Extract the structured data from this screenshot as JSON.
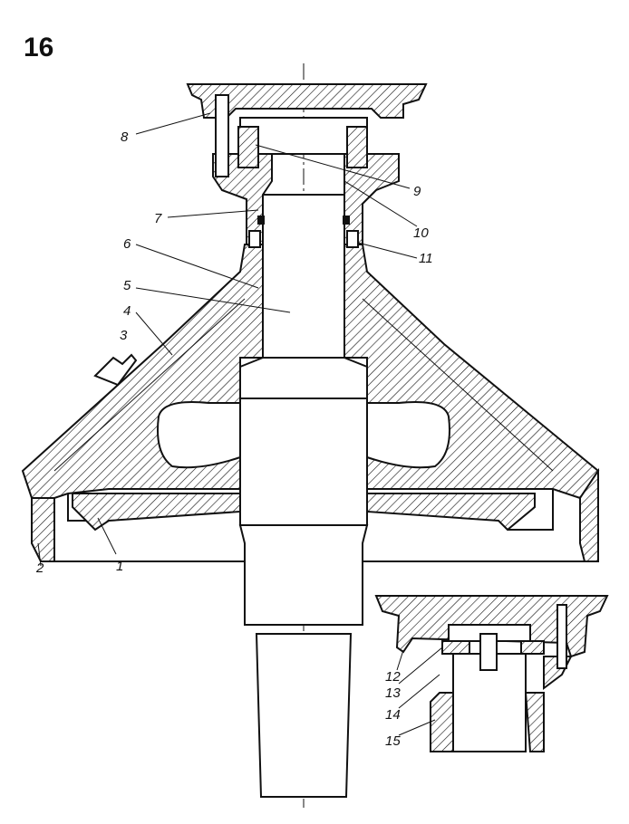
{
  "figure_number": "16",
  "labels": [
    "1",
    "2",
    "3",
    "4",
    "5",
    "6",
    "7",
    "8",
    "9",
    "10",
    "11",
    "12",
    "13",
    "14",
    "15"
  ]
}
